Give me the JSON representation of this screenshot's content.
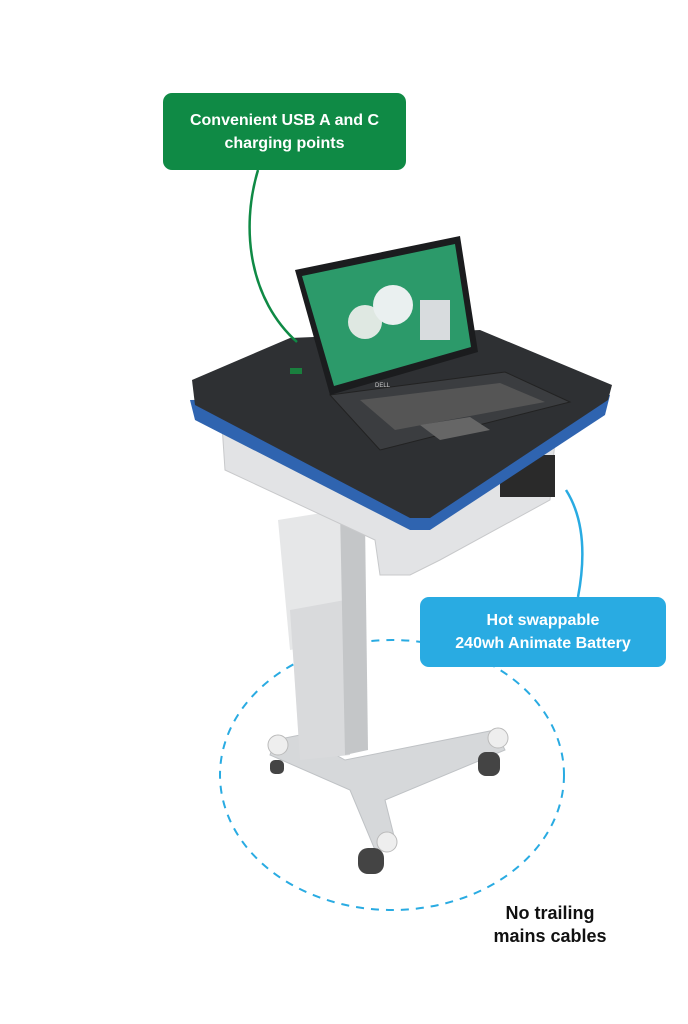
{
  "callouts": {
    "usb": {
      "line1": "Convenient USB A and C",
      "line2": "charging points",
      "color": "#0f8a45"
    },
    "battery": {
      "line1": "Hot swappable",
      "line2": "240wh Animate Battery",
      "color": "#29abe2"
    },
    "cables": {
      "line1": "No trailing",
      "line2": "mains cables"
    }
  },
  "laptop": {
    "brand": "DELL"
  }
}
